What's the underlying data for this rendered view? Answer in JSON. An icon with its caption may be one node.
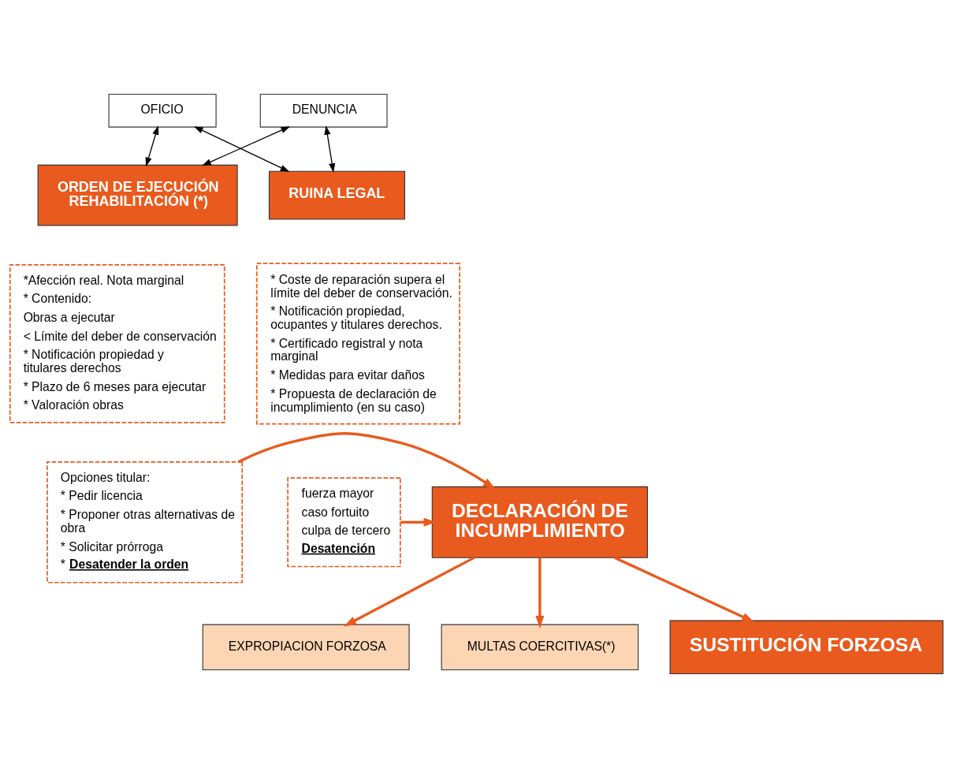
{
  "diagram": {
    "nodes": [
      {
        "text": [
          "OFICIO"
        ]
      },
      {
        "text": [
          "DENUNCIA"
        ]
      },
      {
        "text": [
          "ORDEN DE EJECUCIÓN REHABILITACIÓN (*)"
        ]
      },
      {
        "text": [
          "RUINA LEGAL"
        ]
      },
      {
        "text": [
          "*Afección real. Nota marginal",
          "* Contenido:",
          "Obras a ejecutar",
          "< Límite del deber de conservación",
          "* Notificación propiedad y titulares derechos",
          "* Plazo de 6 meses para ejecutar",
          "* Valoración obras"
        ]
      },
      {
        "text": [
          "* Coste de reparación supera el límite del deber de conservación.",
          "* Notificación propiedad, ocupantes y titulares derechos.",
          "* Certificado registral y nota marginal",
          "* Medidas para evitar daños",
          "* Propuesta de declaración de incumplimiento (en su caso)"
        ]
      },
      {
        "text": [
          "Opciones titular:",
          "* Pedir licencia",
          "* Proponer otras alternativas de obra",
          "* Solicitar prórroga",
          "* **Desatender la orden**"
        ]
      },
      {
        "text": [
          "fuerza mayor",
          "caso fortuito",
          "culpa de tercero",
          "**Desatención**"
        ]
      },
      {
        "text": [
          "DECLARACIÓN DE INCUMPLIMIENTO"
        ]
      },
      {
        "text": [
          "EXPROPIACION FORZOSA"
        ]
      },
      {
        "text": [
          "MULTAS COERCITIVAS(*)"
        ]
      },
      {
        "text": [
          "SUSTITUCIÓN FORZOSA"
        ]
      }
    ],
    "edges": [
      {
        "from": 0,
        "to": 2,
        "arrow": "both",
        "color": "#000000"
      },
      {
        "from": 0,
        "to": 3,
        "arrow": "both",
        "color": "#000000"
      },
      {
        "from": 1,
        "to": 2,
        "arrow": "both",
        "color": "#000000"
      },
      {
        "from": 1,
        "to": 3,
        "arrow": "both",
        "color": "#000000"
      },
      {
        "from": 6,
        "to": 8,
        "arrow": "to"
      },
      {
        "from": 7,
        "to": 8,
        "arrow": "to"
      },
      {
        "from": 8,
        "to": 9,
        "arrow": "to"
      },
      {
        "from": 8,
        "to": 10,
        "arrow": "to"
      },
      {
        "from": 8,
        "to": 11,
        "arrow": "to"
      }
    ]
  }
}
